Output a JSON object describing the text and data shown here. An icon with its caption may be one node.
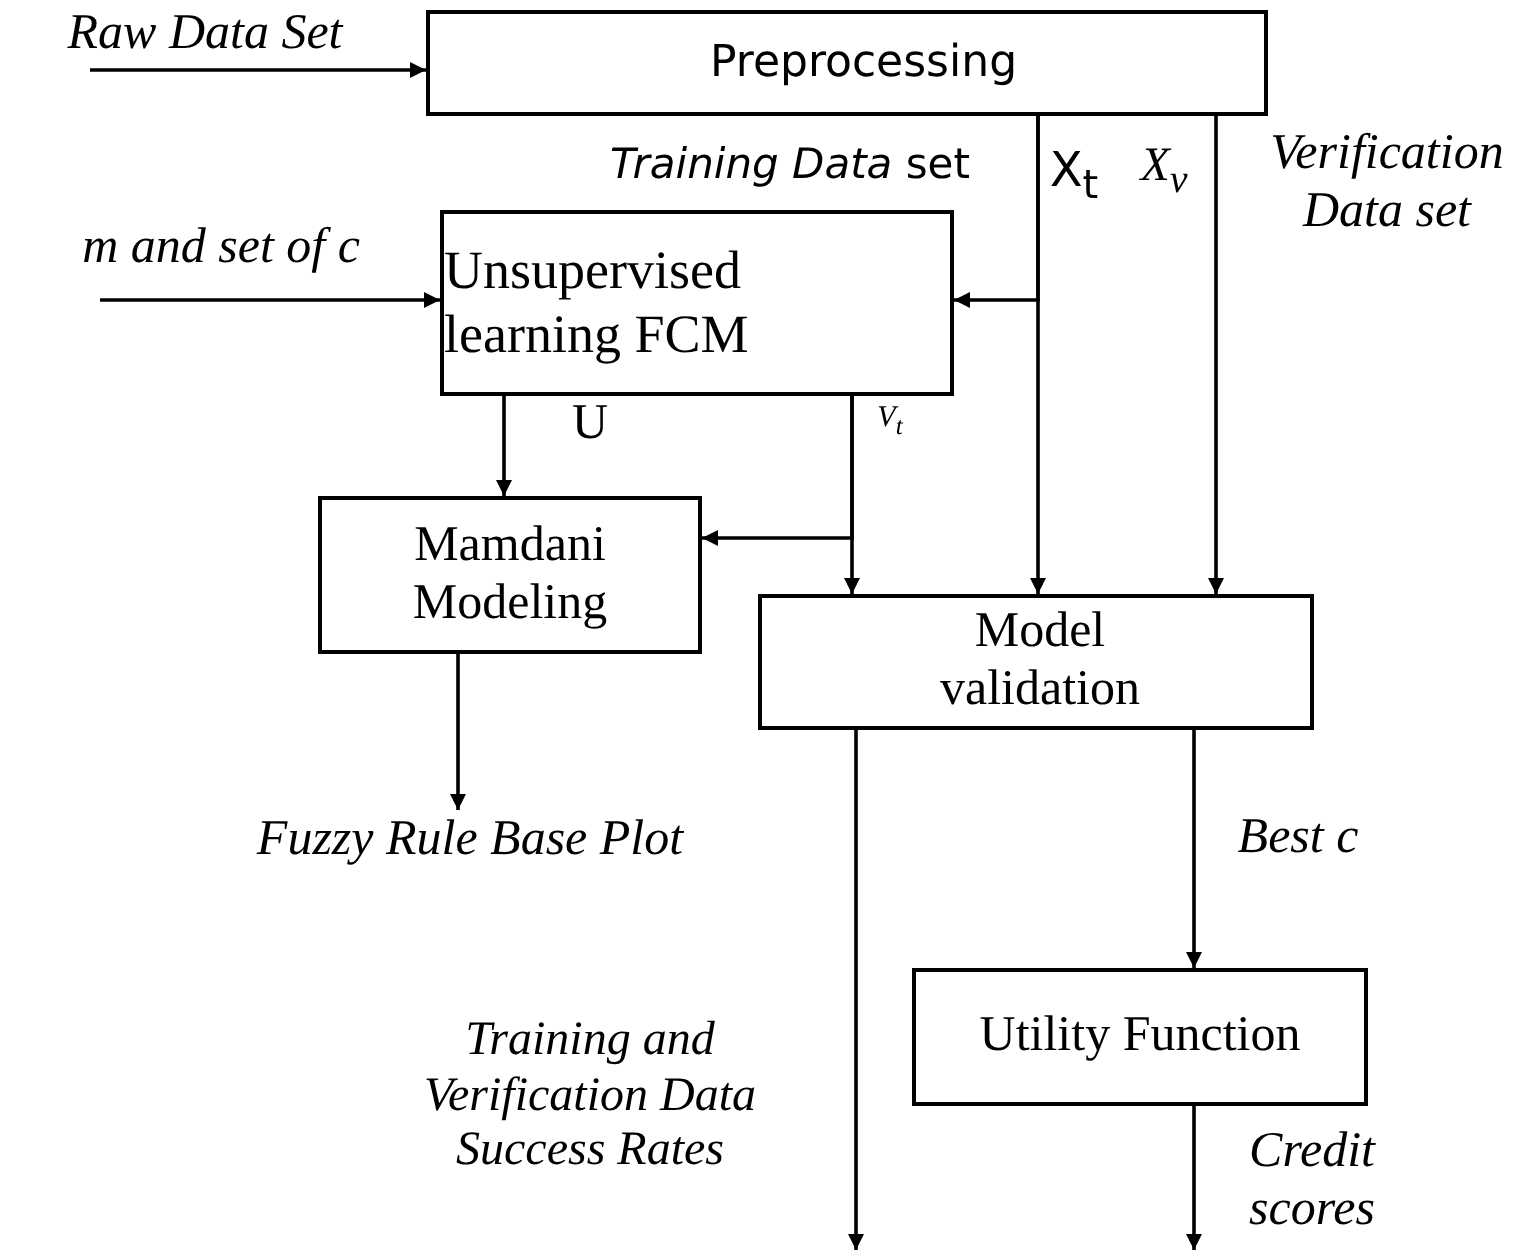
{
  "diagram": {
    "nodes": [
      {
        "text": [
          "Preprocessing"
        ]
      },
      {
        "text": [
          "Unsupervised learning FCM"
        ]
      },
      {
        "text": [
          "Mamdani Modeling"
        ]
      },
      {
        "text": [
          "Model validation"
        ]
      },
      {
        "text": [
          "Utility Function"
        ]
      },
      {
        "text": [
          "Fuzzy Rule Base Plot"
        ]
      }
    ],
    "edges": [
      {
        "from": null,
        "to": 0,
        "arrow": "to",
        "label": "Raw Data Set"
      },
      {
        "from": null,
        "to": 1,
        "arrow": "to",
        "label": "m and set of c"
      },
      {
        "from": 0,
        "to": 1,
        "arrow": "to"
      },
      {
        "from": 0,
        "to": 3,
        "arrow": "to",
        "label": "X$_{t}$"
      },
      {
        "from": 0,
        "to": 3,
        "arrow": "to",
        "label": "X$_{v}$"
      },
      {
        "from": 1,
        "to": 2,
        "arrow": "to",
        "label": "U"
      },
      {
        "from": 1,
        "to": 3,
        "arrow": "to",
        "label": "V$_{t}$"
      },
      {
        "from": 1,
        "to": 2,
        "arrow": "to"
      },
      {
        "from": 2,
        "to": 5,
        "arrow": "to"
      },
      {
        "from": 3,
        "to": null,
        "arrow": "to",
        "label": "Training and Verification Data Success Rates"
      },
      {
        "from": 3,
        "to": 4,
        "arrow": "to",
        "label": "Best c"
      },
      {
        "from": 4,
        "to": null,
        "arrow": "to",
        "label": "Credit scores"
      }
    ],
    "labels": [
      "*Training Data* set",
      "Verification Data set"
    ]
  }
}
